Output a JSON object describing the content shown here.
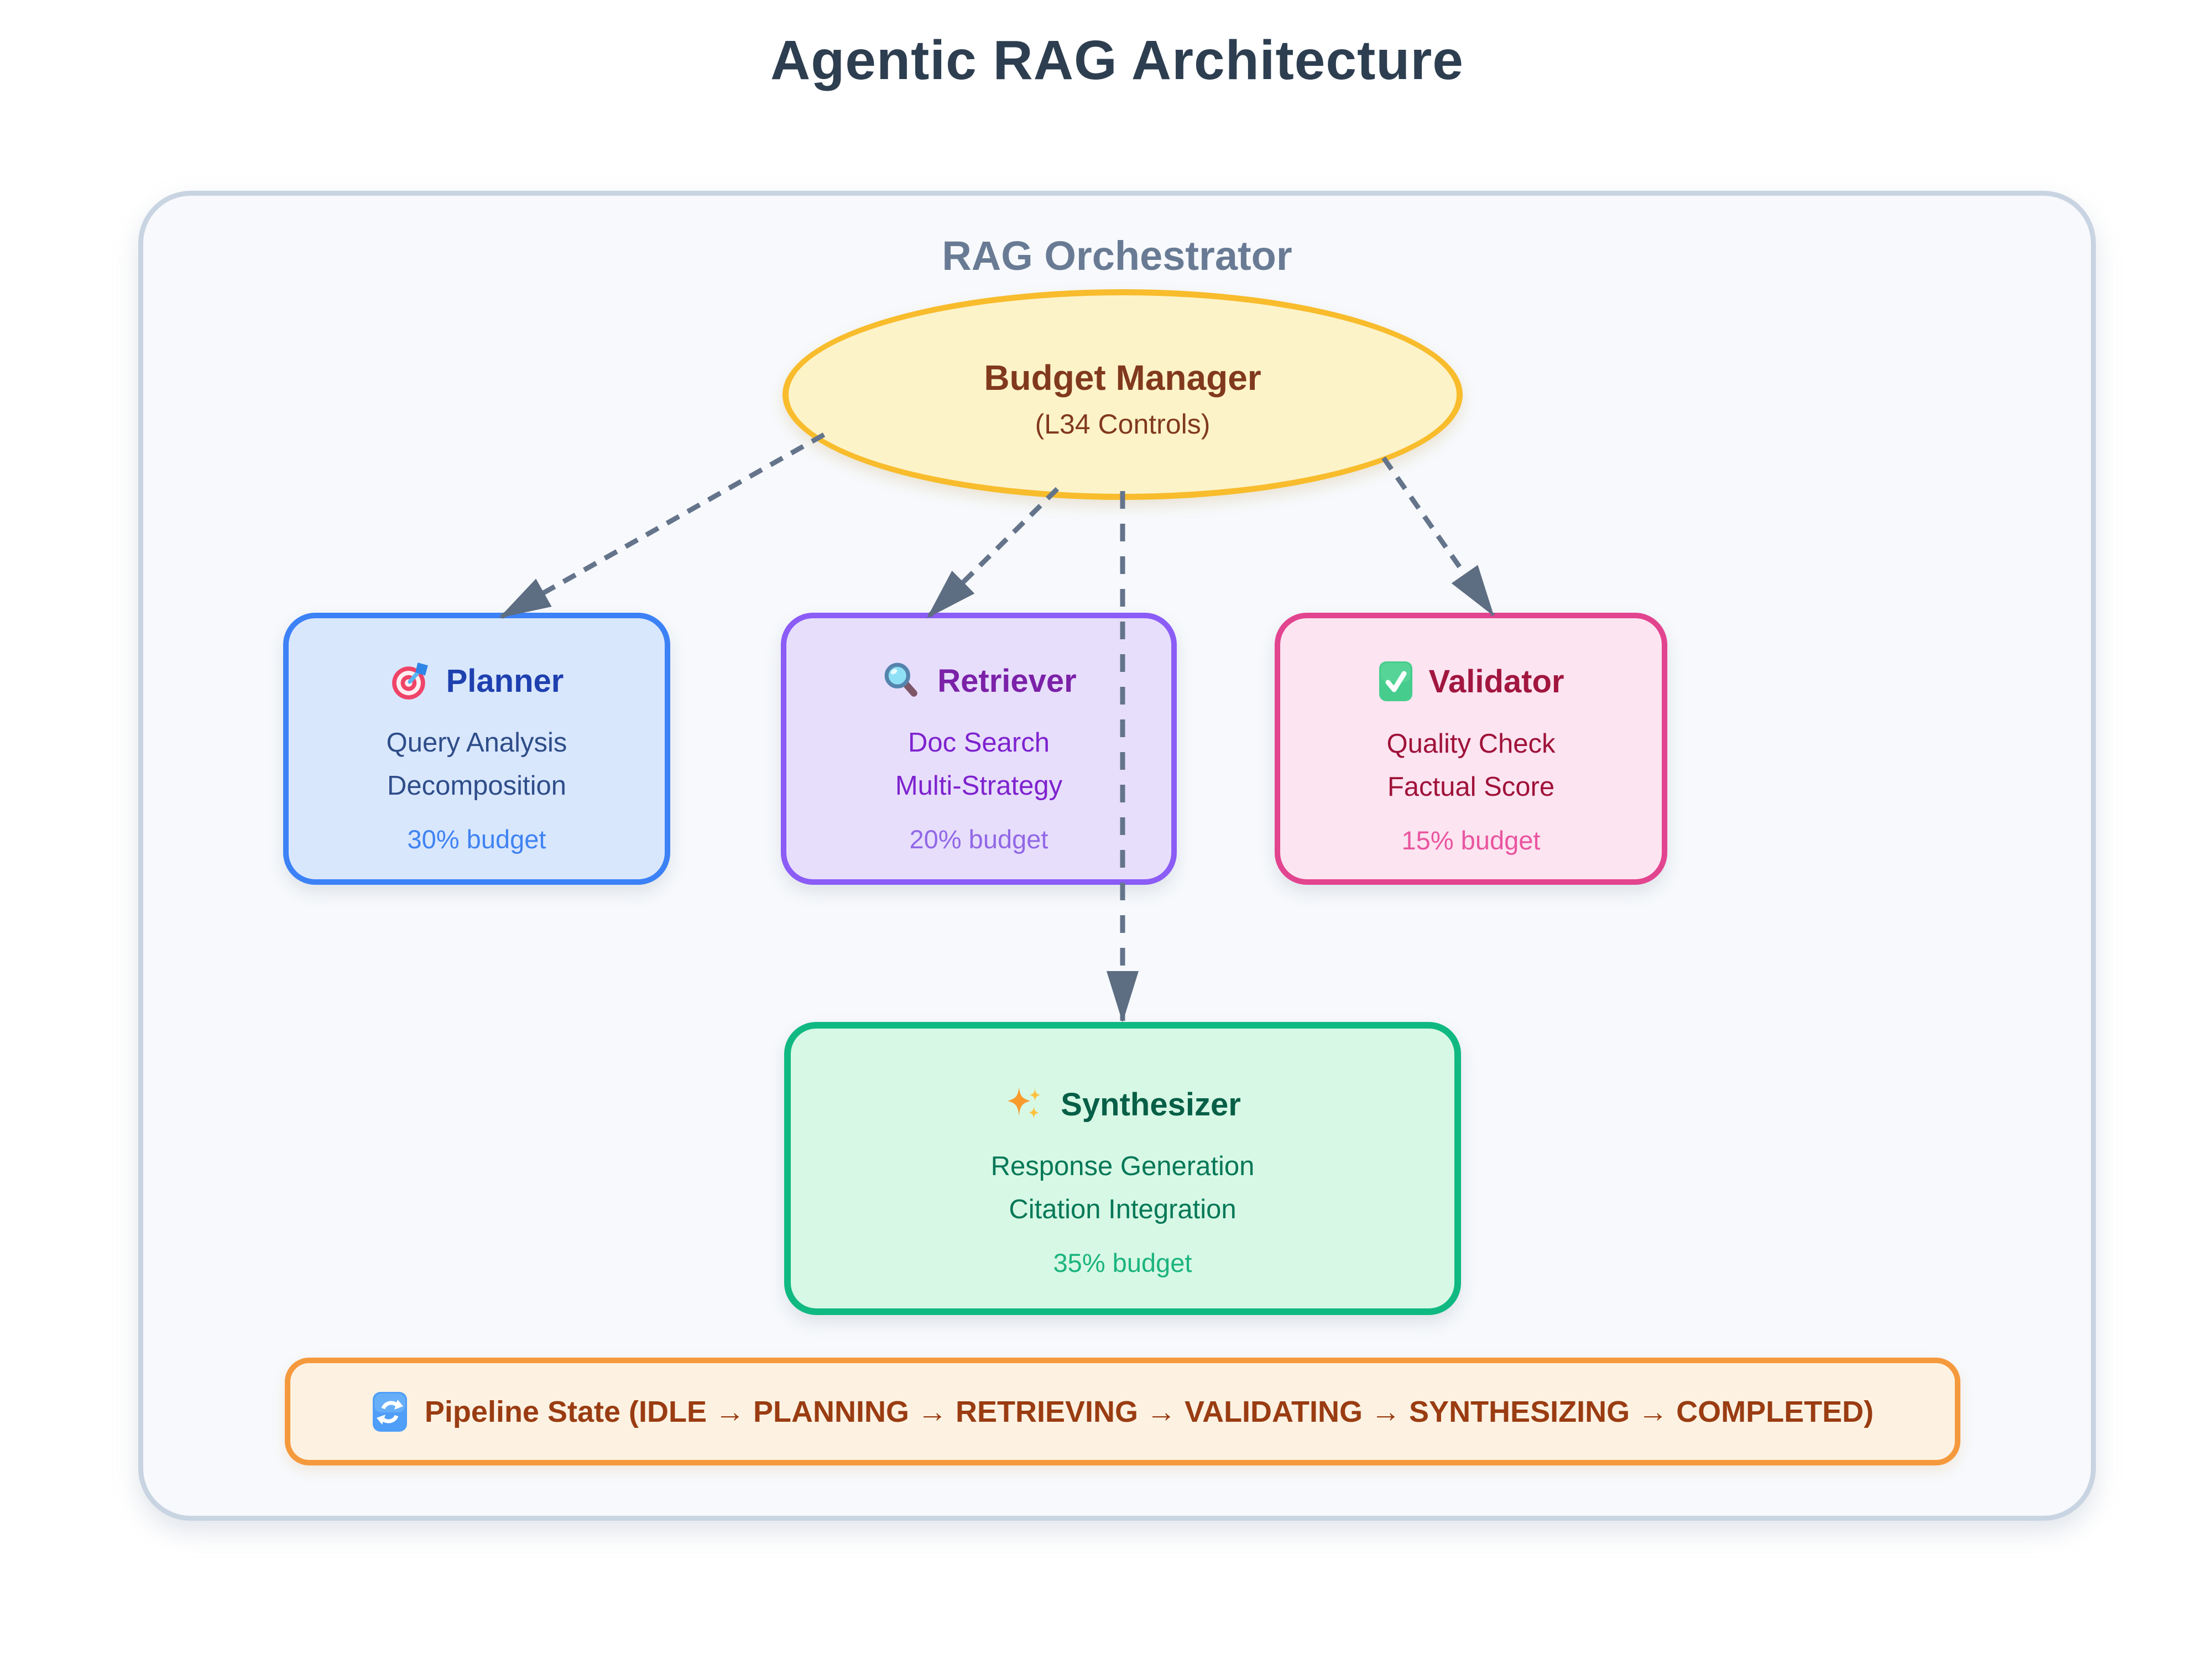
{
  "title": "Agentic RAG Architecture",
  "colors": {
    "title_text": "#2d3e50",
    "container_bg": "#f7f9fc",
    "container_border": "#c9d4e2",
    "orchestrator_label": "#697b94",
    "edge": "#64748b",
    "arrowhead": "#5d6d82"
  },
  "orchestrator": {
    "label": "RAG Orchestrator",
    "budget_manager": {
      "title": "Budget Manager",
      "subtitle": "(L34 Controls)",
      "fill": "#fdf3c9",
      "border": "#f8bc2c",
      "text_color": "#81391d"
    },
    "agents": [
      {
        "id": "planner",
        "icon": "target-icon",
        "name": "Planner",
        "lines": [
          "Query Analysis",
          "Decomposition"
        ],
        "budget": "30% budget",
        "fill": "#d9e7fd",
        "border": "#3c82f6",
        "heading_color": "#1e40af",
        "line_color": "#2e4d89",
        "budget_color": "#4083f2"
      },
      {
        "id": "retriever",
        "icon": "magnifier-icon",
        "name": "Retriever",
        "lines": [
          "Doc Search",
          "Multi-Strategy"
        ],
        "budget": "20% budget",
        "fill": "#e7defc",
        "border": "#8b5cf6",
        "heading_color": "#7b21a8",
        "line_color": "#7e22ce",
        "budget_color": "#9168e6"
      },
      {
        "id": "validator",
        "icon": "check-icon",
        "name": "Validator",
        "lines": [
          "Quality Check",
          "Factual Score"
        ],
        "budget": "15% budget",
        "fill": "#fce4f1",
        "border": "#e2448f",
        "heading_color": "#a1163f",
        "line_color": "#9f1239",
        "budget_color": "#e9559f"
      },
      {
        "id": "synthesizer",
        "icon": "sparkles-icon",
        "name": "Synthesizer",
        "lines": [
          "Response Generation",
          "Citation Integration"
        ],
        "budget": "35% budget",
        "fill": "#d7f8e5",
        "border": "#10b981",
        "heading_color": "#065f46",
        "line_color": "#047857",
        "budget_color": "#1bb47e"
      }
    ],
    "edges": [
      {
        "from": "budget-manager",
        "to": "planner",
        "style": "dashed"
      },
      {
        "from": "budget-manager",
        "to": "retriever",
        "style": "dashed"
      },
      {
        "from": "budget-manager",
        "to": "synthesizer",
        "style": "dashed"
      },
      {
        "from": "budget-manager",
        "to": "validator",
        "style": "dashed"
      }
    ],
    "pipeline": {
      "icon": "refresh-icon",
      "label": "Pipeline State (IDLE → PLANNING → RETRIEVING → VALIDATING → SYNTHESIZING → COMPLETED)",
      "states": [
        "IDLE",
        "PLANNING",
        "RETRIEVING",
        "VALIDATING",
        "SYNTHESIZING",
        "COMPLETED"
      ],
      "fill": "#fdf2e2",
      "border": "#f5993d",
      "text_color": "#9a3c12"
    }
  }
}
